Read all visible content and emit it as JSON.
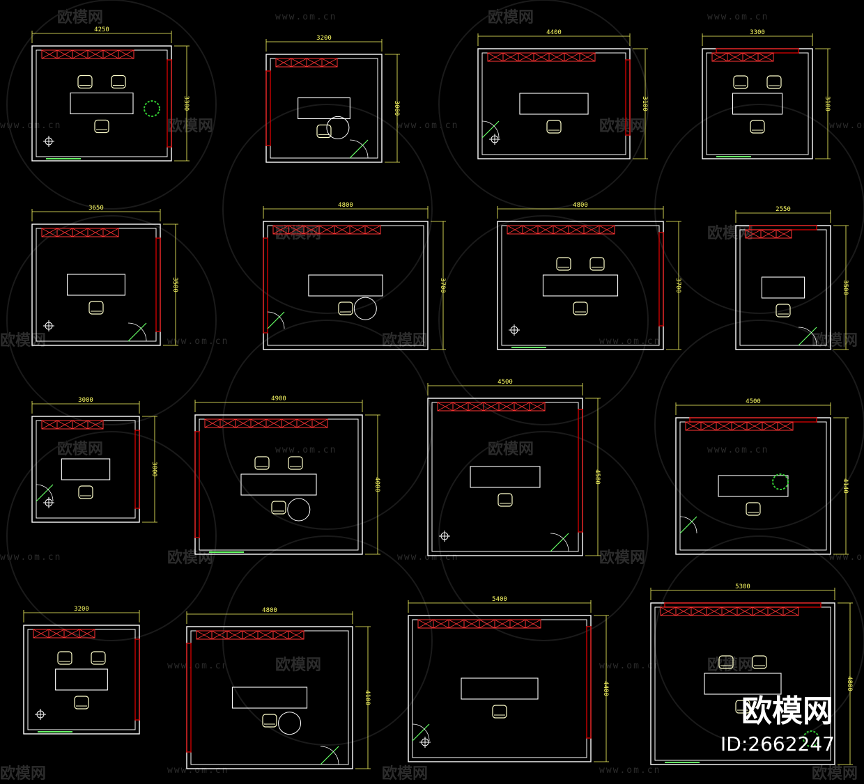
{
  "dimension_color": "#ffff66",
  "wall_color": "#ffffff",
  "cabinet_color": "#ff3333",
  "window_color": "#cc0000",
  "door_color": "#66ff66",
  "watermark": {
    "brand": "欧模网",
    "url": "www.om.cn"
  },
  "corner_logo": {
    "brand": "欧模网",
    "id": "ID:2662247"
  },
  "plans": [
    {
      "width": "4250",
      "height": "3300"
    },
    {
      "width": "3200",
      "height": "3000"
    },
    {
      "width": "4400",
      "height": "3100"
    },
    {
      "width": "3300",
      "height": "3100"
    },
    {
      "width": "3650",
      "height": "3500"
    },
    {
      "width": "4800",
      "height": "3700"
    },
    {
      "width": "4800",
      "height": "3700"
    },
    {
      "width": "2550",
      "height": "3500"
    },
    {
      "width": "3000",
      "height": "3000"
    },
    {
      "width": "4900",
      "height": "4000"
    },
    {
      "width": "4500",
      "height": "4580"
    },
    {
      "width": "4500",
      "height": "4140"
    },
    {
      "width": "3200",
      "height": ""
    },
    {
      "width": "4800",
      "height": "4100"
    },
    {
      "width": "5400",
      "height": "4400"
    },
    {
      "width": "5300",
      "height": "4800"
    }
  ]
}
